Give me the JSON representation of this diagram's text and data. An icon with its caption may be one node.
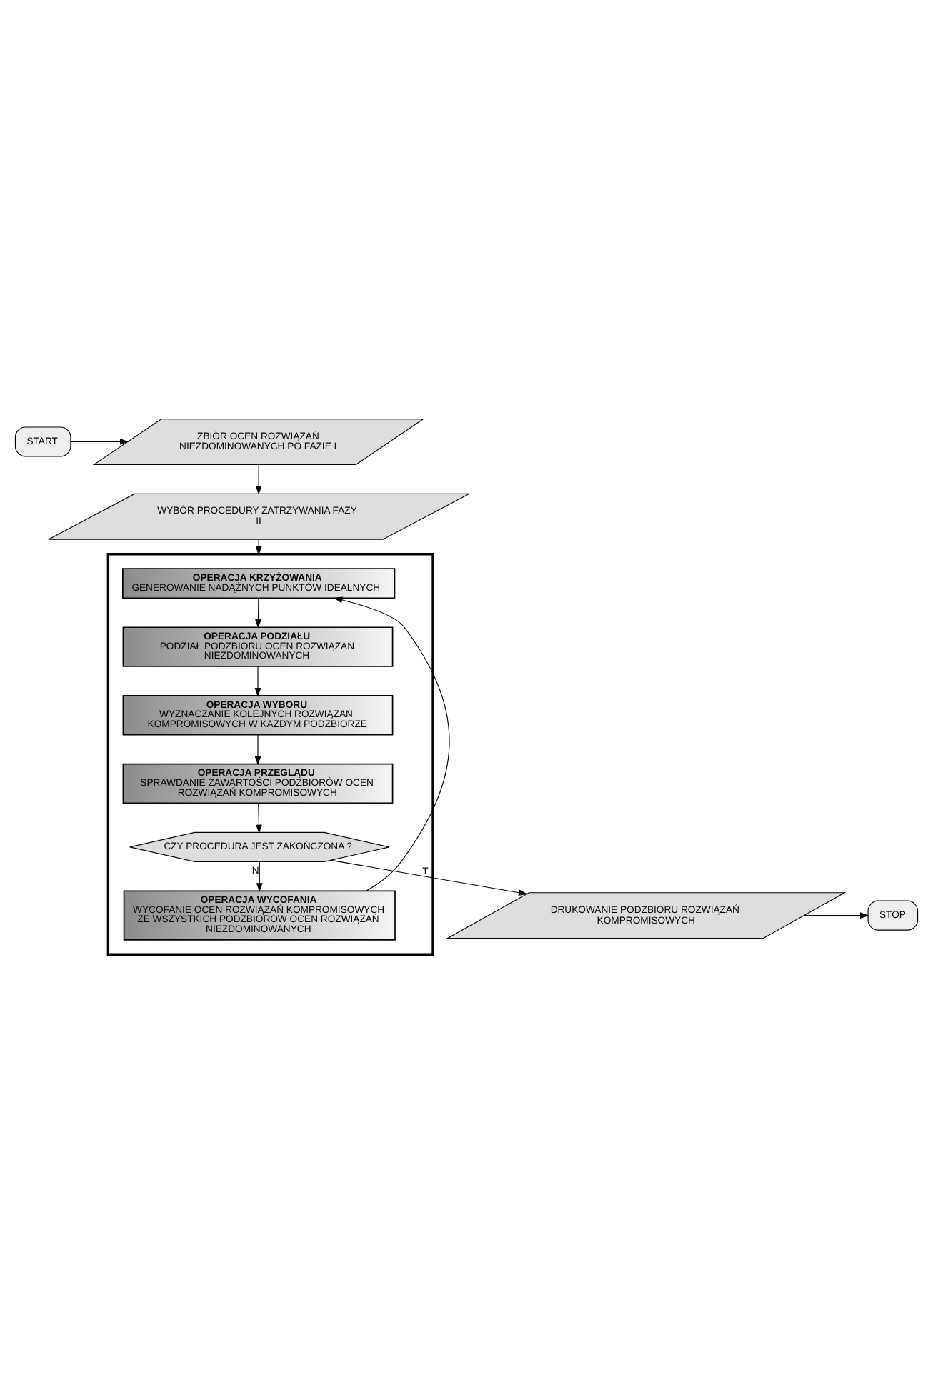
{
  "diagram": {
    "nodes": [
      {
        "text": [
          "START"
        ]
      },
      {
        "text": [
          "ZBIÓR OCEN ROZWIĄZAŃ NIEZDOMINOWANYCH PO FAZIE I"
        ]
      },
      {
        "text": [
          "WYBÓR PROCEDURY ZATRZYWANIA FAZY II"
        ]
      },
      {
        "text": [],
        "shape": "box"
      },
      {
        "text": [
          "OPERACJA KRZYŻOWANIA",
          "GENEROWANIE NADĄŻNYCH PUNKTÓW IDEALNYCH"
        ],
        "in": 3
      },
      {
        "text": [
          "OPERACJA PODZIAŁU",
          "PODZIAŁ PODZBIORU OCEN ROZWIĄZAŃ NIEZDOMINOWANYCH"
        ],
        "in": 3
      },
      {
        "text": [
          "OPERACJA WYBORU",
          "WYZNACZANIE KOLEJNYCH ROZWIĄZAŃ KOMPROMISOWYCH W KAŻDYM PODZBIORZE"
        ],
        "in": 3
      },
      {
        "text": [
          "OPERACJA PRZEGLĄDU",
          "SPRAWDANIE ZAWARTOŚCI PODZBIORÓW OCEN ROZWIĄZAŃ KOMPROMISOWYCH"
        ],
        "in": 3
      },
      {
        "text": [
          "CZY PROCEDURA JEST ZAKOŃCZONA ?"
        ],
        "in": 3
      },
      {
        "text": [
          "OPERACJA WYCOFANIA",
          "WYCOFANIE OCEN ROZWIĄZAŃ KOMPROMISOWYCH ZE WSZYSTKICH PODZBIORÓW OCEN ROZWIĄZAŃ NIEZDOMINOWANYCH"
        ],
        "in": 3
      },
      {
        "text": [
          "DRUKOWANIE PODZBIORU ROZWIĄZAŃ KOMPROMISOWYCH"
        ]
      },
      {
        "text": [
          "STOP"
        ]
      }
    ],
    "edges": [
      {
        "from": 0,
        "to": 1,
        "arrow": "to"
      },
      {
        "from": 1,
        "to": 2,
        "arrow": "to"
      },
      {
        "from": 2,
        "to": 3,
        "arrow": "to"
      },
      {
        "from": 4,
        "to": 5,
        "arrow": "to"
      },
      {
        "from": 5,
        "to": 6,
        "arrow": "to"
      },
      {
        "from": 6,
        "to": 7,
        "arrow": "to"
      },
      {
        "from": 7,
        "to": 8,
        "arrow": "to"
      },
      {
        "from": 8,
        "to": 9,
        "label": "N",
        "arrow": "to"
      },
      {
        "from": 9,
        "to": 4,
        "arrow": "to"
      },
      {
        "from": 8,
        "to": 10,
        "label": "T",
        "arrow": "to"
      },
      {
        "from": 10,
        "to": 11,
        "arrow": "to"
      }
    ]
  }
}
